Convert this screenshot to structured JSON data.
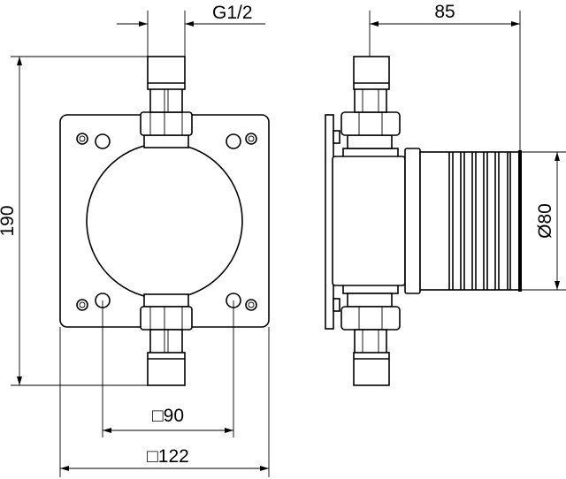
{
  "dimensions": {
    "thread": "G1/2",
    "height": "190",
    "depth": "85",
    "diameter": "Ø80",
    "hole_spacing": "□90",
    "plate_size": "□122"
  },
  "colors": {
    "line": "#000000",
    "background": "#ffffff"
  }
}
